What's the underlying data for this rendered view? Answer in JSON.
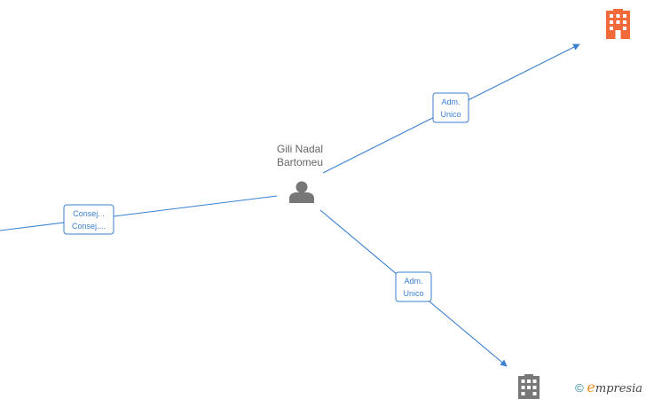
{
  "person": {
    "name_line1": "Gili Nadal",
    "name_line2": "Bartomeu",
    "icon": "person-icon"
  },
  "companies": [
    {
      "id": "company-top-right",
      "icon": "building-icon",
      "color": "#f26a3a"
    },
    {
      "id": "company-bottom",
      "icon": "building-icon",
      "color": "#777777"
    }
  ],
  "relations": [
    {
      "id": "rel-top-right",
      "label_line1": "Adm.",
      "label_line2": "Unico"
    },
    {
      "id": "rel-bottom",
      "label_line1": "Adm.",
      "label_line2": "Unico"
    },
    {
      "id": "rel-left",
      "label_line1": "Consej. .",
      "label_line2": "Consej...."
    }
  ],
  "colors": {
    "edge": "#3a7fd0",
    "person": "#777777"
  },
  "footer": {
    "copyright": "©",
    "brand_first": "e",
    "brand_rest": "mpresia"
  }
}
